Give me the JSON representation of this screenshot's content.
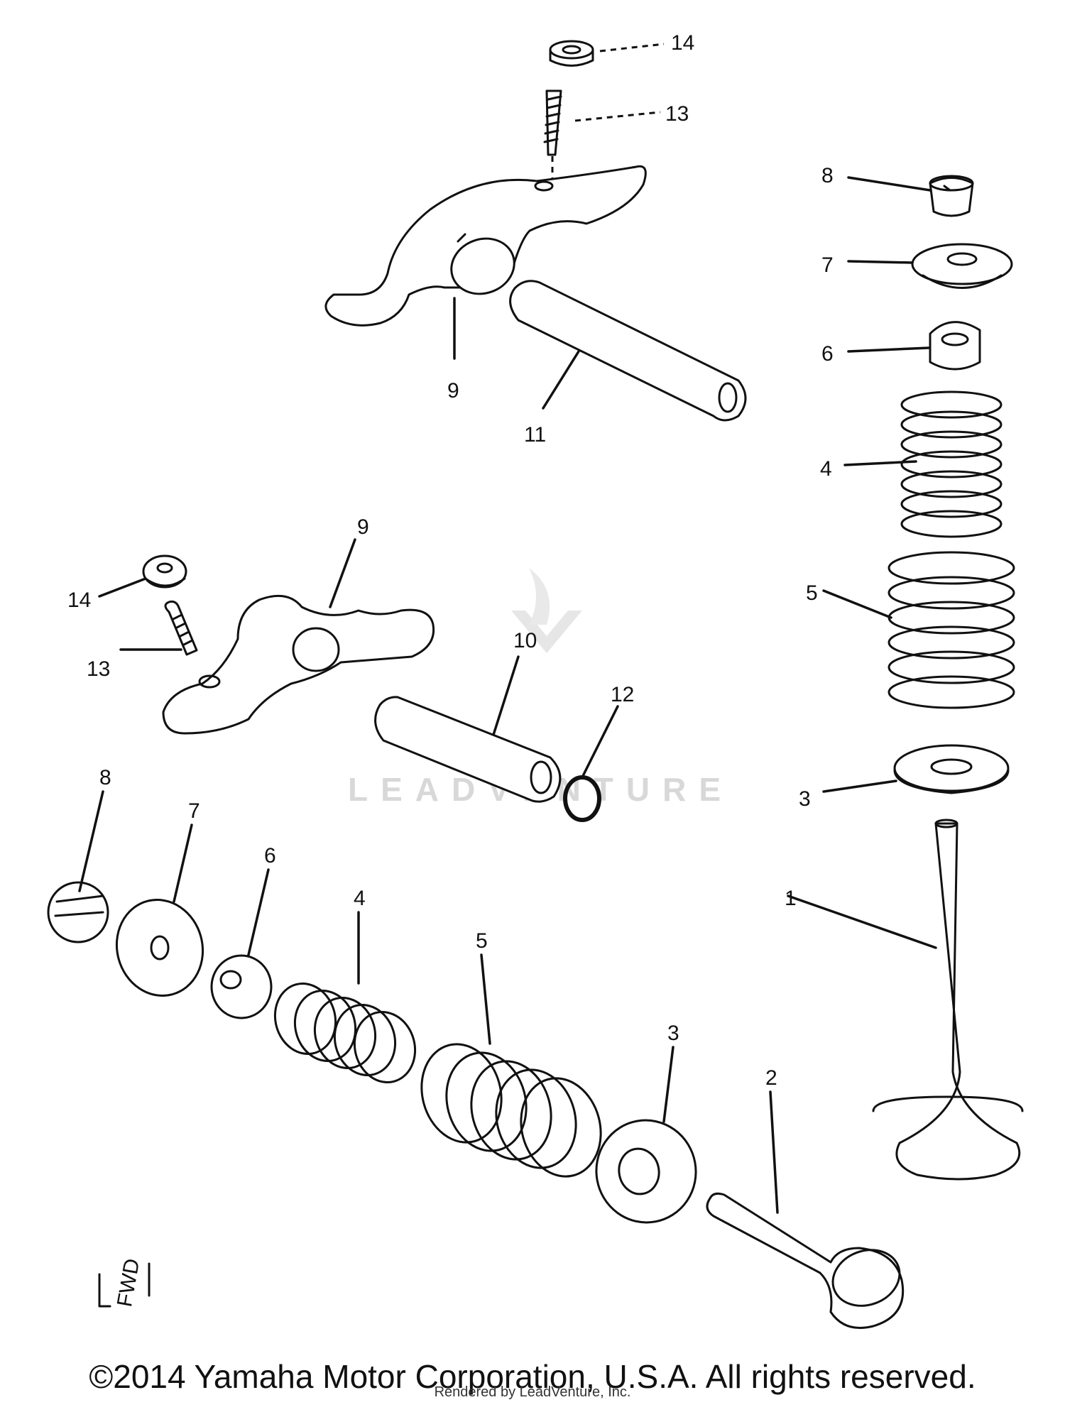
{
  "parts": [
    {
      "id": "top-14",
      "label": "14"
    },
    {
      "id": "top-13",
      "label": "13"
    },
    {
      "id": "top-9",
      "label": "9"
    },
    {
      "id": "top-11",
      "label": "11"
    },
    {
      "id": "right-8",
      "label": "8"
    },
    {
      "id": "right-7",
      "label": "7"
    },
    {
      "id": "right-6",
      "label": "6"
    },
    {
      "id": "right-4",
      "label": "4"
    },
    {
      "id": "right-5",
      "label": "5"
    },
    {
      "id": "right-3",
      "label": "3"
    },
    {
      "id": "right-1",
      "label": "1"
    },
    {
      "id": "mid-9",
      "label": "9"
    },
    {
      "id": "mid-14",
      "label": "14"
    },
    {
      "id": "mid-13",
      "label": "13"
    },
    {
      "id": "mid-10",
      "label": "10"
    },
    {
      "id": "mid-12",
      "label": "12"
    },
    {
      "id": "bot-8",
      "label": "8"
    },
    {
      "id": "bot-7",
      "label": "7"
    },
    {
      "id": "bot-6",
      "label": "6"
    },
    {
      "id": "bot-4",
      "label": "4"
    },
    {
      "id": "bot-5",
      "label": "5"
    },
    {
      "id": "bot-3",
      "label": "3"
    },
    {
      "id": "bot-2",
      "label": "2"
    }
  ],
  "fwd_label": "FWD",
  "watermark": "LEADVENTURE",
  "copyright": "©2014 Yamaha Motor Corporation, U.S.A. All rights reserved.",
  "rendered_by": "Rendered by LeadVenture, Inc."
}
